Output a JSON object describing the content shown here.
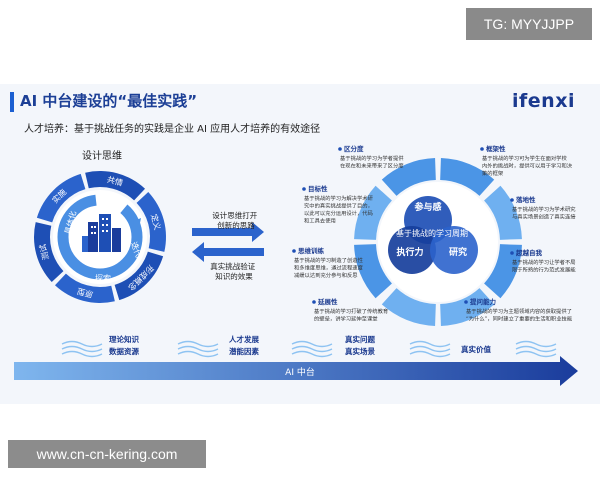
{
  "watermark_top": "TG: MYYJJPP",
  "watermark_bottom": "www.cn-cn-kering.com",
  "header": {
    "title": "AI 中台建设的“最佳实践”",
    "logo": "ifenxi"
  },
  "subtitle": "人才培养：基于挑战任务的实践是企业 AI 应用人才培养的有效途径",
  "left_cycle": {
    "title": "设计思维",
    "stages": [
      "共情",
      "定义",
      "形成概念",
      "原型",
      "测试",
      "实施"
    ],
    "inner_labels": [
      "迭代",
      "具体化",
      "探索"
    ]
  },
  "middle_arrows": [
    {
      "text": "设计思维打开创新的思路",
      "lines": [
        "设计思维打开",
        "创新的思路"
      ]
    },
    {
      "text": "真实挑战验证知识的效果",
      "lines": [
        "真实挑战验证",
        "知识的效果"
      ]
    }
  ],
  "right_cycle": {
    "center_title": "基于挑战的学习周期",
    "core": [
      "参与感",
      "执行力",
      "研究"
    ],
    "items": [
      {
        "title": "区分度",
        "lines": [
          "基于挑战的学习为学者提供",
          "在现在和未来带来了区分度"
        ]
      },
      {
        "title": "目标性",
        "lines": [
          "基于挑战的学习为解决学术研",
          "究中的真实挑战提供了目的，",
          "以此可以充分运用设计，代码",
          "和工具去使用"
        ]
      },
      {
        "title": "思维训练",
        "lines": [
          "基于挑战的学习制造了创造性",
          "和多维度思维，通过流程速度",
          "减缓以达到充分参与和反思"
        ]
      },
      {
        "title": "延展性",
        "lines": [
          "基于挑战的学习打破了传统教育",
          "的壁垒，讲学习延伸至课堂"
        ]
      },
      {
        "title": "框架性",
        "lines": [
          "基于挑战的学习可为学生在面对学校",
          "内外的挑战时，提供可以用于学习和决",
          "策的框架"
        ]
      },
      {
        "title": "落地性",
        "lines": [
          "基于挑战的学习为学术研究",
          "与真实场景创造了真实连接"
        ]
      },
      {
        "title": "超越自我",
        "lines": [
          "基于挑战的学习让学者不局",
          "限于所熟的行为范式发展能"
        ]
      },
      {
        "title": "提问能力",
        "lines": [
          "基于挑战的学习为主题领域内容的获取提供了",
          "“为什么”，同时建立了重要的生活和职业技能"
        ]
      }
    ]
  },
  "bottom": {
    "arrow_label": "AI 中台",
    "columns": [
      [
        "理论知识",
        "数据资源"
      ],
      [
        "人才发展",
        "潜能因素"
      ],
      [
        "真实问题",
        "真实场景"
      ],
      [
        "真实价值"
      ]
    ]
  },
  "colors": {
    "accent": "#1b5fd1",
    "dark": "#1c3f96",
    "light": "#5aa6ee"
  }
}
